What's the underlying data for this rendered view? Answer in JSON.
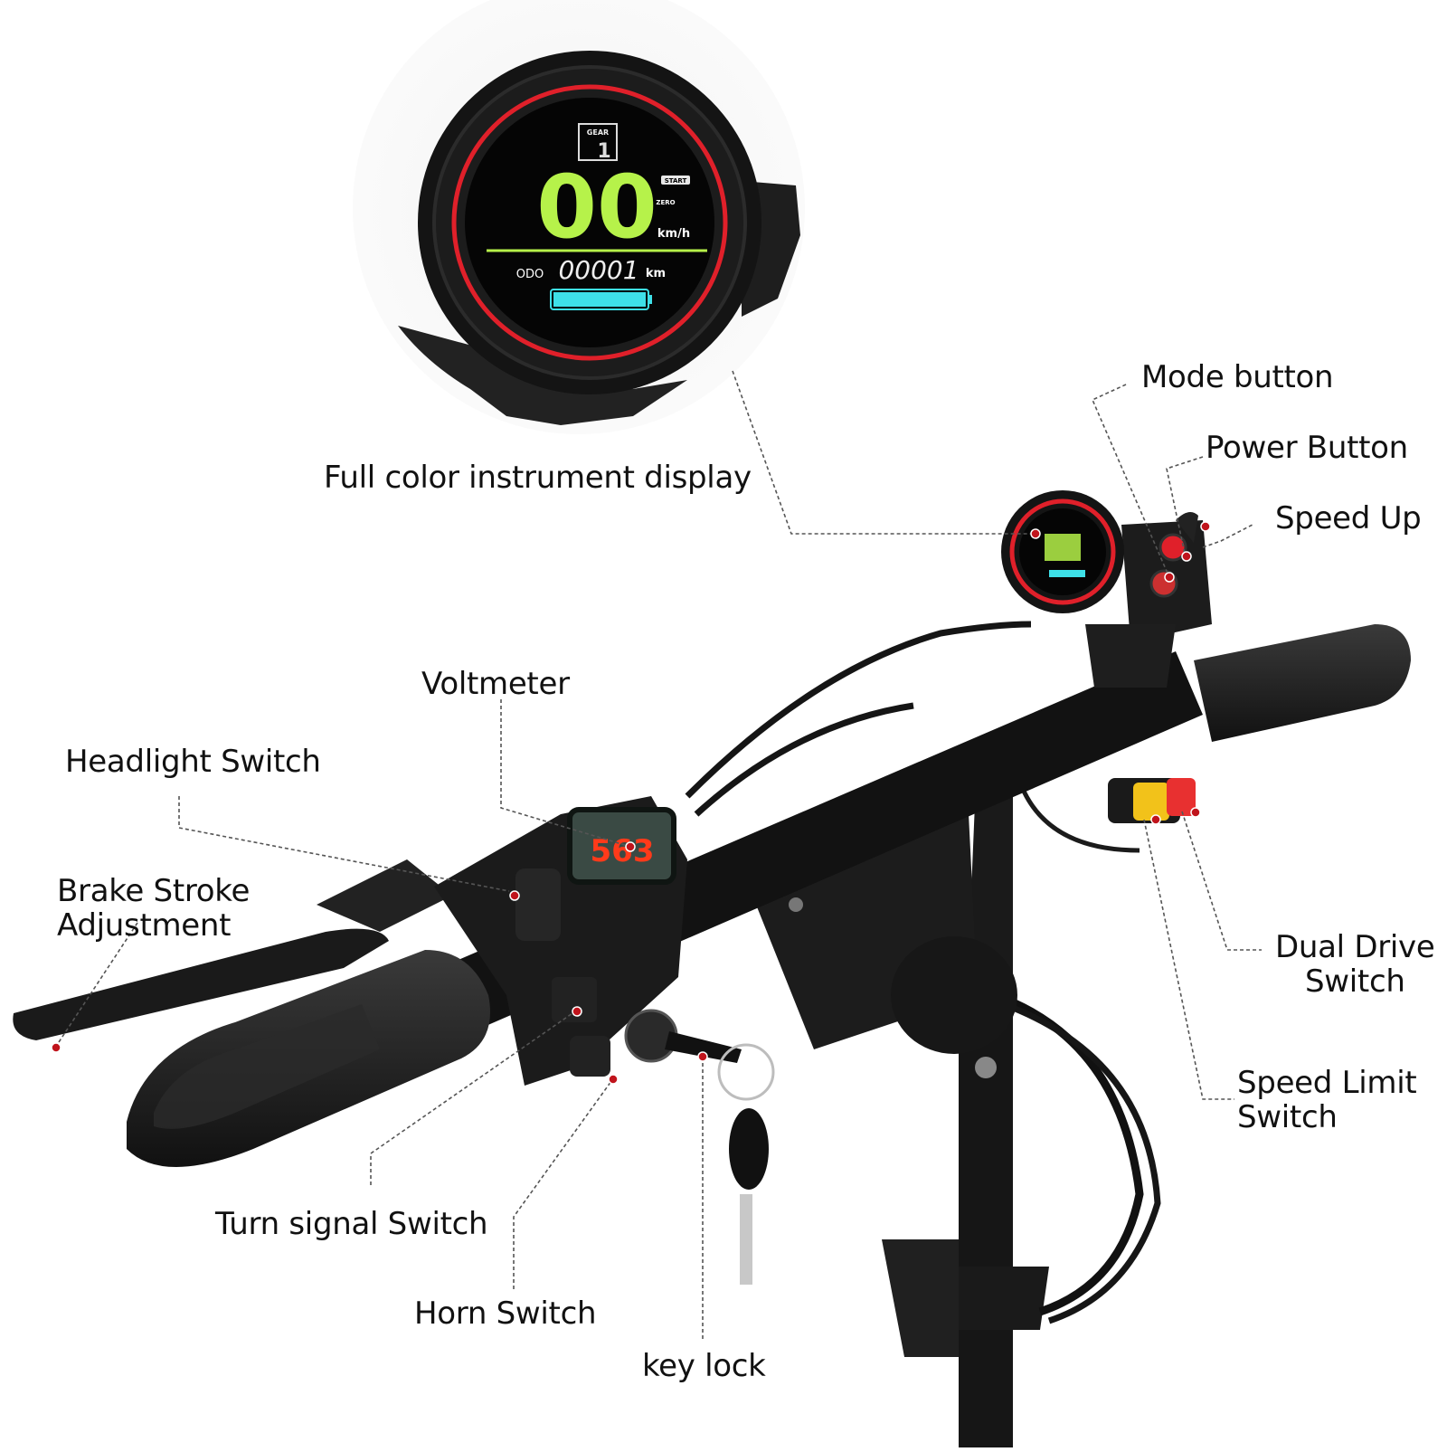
{
  "display": {
    "gear_label": "GEAR",
    "gear_value": "1",
    "speed": "00",
    "speed_unit": "km/h",
    "start_tag": "START",
    "zero_tag": "ZERO",
    "odo_label": "ODO",
    "odo_value": "00001",
    "odo_unit": "km",
    "battery_level": 1.0
  },
  "voltmeter_reading": "563",
  "colors": {
    "ring": "#e0202a",
    "lcd_green": "#b6f24a",
    "battery": "#3ee0e8",
    "switch_yellow": "#f2c21a",
    "switch_red": "#e83030",
    "callout_dot": "#c0141c"
  },
  "callouts": {
    "display": "Full color instrument display",
    "mode": "Mode button",
    "power": "Power Button",
    "speed_up": "Speed Up",
    "dual_drive_1": "Dual Drive",
    "dual_drive_2": "Switch",
    "speed_limit_1": "Speed Limit",
    "speed_limit_2": "Switch",
    "voltmeter": "Voltmeter",
    "headlight": "Headlight Switch",
    "brake_1": "Brake Stroke",
    "brake_2": "Adjustment",
    "turn_signal": "Turn signal Switch",
    "horn": "Horn Switch",
    "key_lock": "key lock"
  }
}
